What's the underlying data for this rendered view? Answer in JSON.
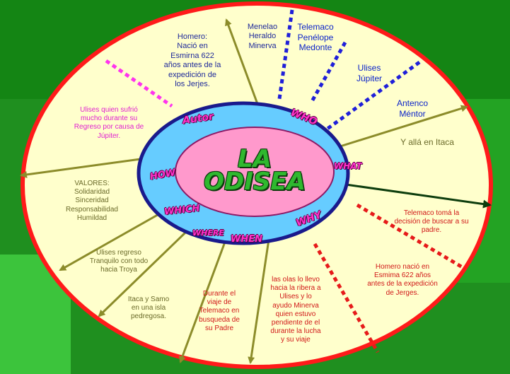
{
  "diagram": {
    "title_line1": "LA",
    "title_line2": "ODISEA",
    "labels": {
      "autor": "Autor",
      "who": "WHO",
      "what": "WHAT",
      "how": "HOW",
      "which": "WHICH",
      "where": "WHERE",
      "when": "WHEN",
      "why": "WHY"
    },
    "notes": {
      "homero": "Homero:\nNació en\nEsmirna 622\naños antes de la\nexpedición de\nlos Jerjes.",
      "menelao": "Menelao\nHeraldo\nMinerva",
      "telemaco_top": "Telemaco\nPenélope\nMedonte",
      "ulises_jupiter": "Ulises\nJúpiter",
      "antenco": "Antenco\nMéntor",
      "itaca": "Y allá en Itaca",
      "ulises_sufrio": "Ulises quien sufrió\nmucho durante  su\nRegreso por causa de\nJúpiter.",
      "valores": "VALORES:\nSolidaridad\nSinceridad\nResponsabilidad\nHumildad",
      "ulises_regreso": "Ulises regreso\nTranquilo con todo\nhacia Troya",
      "itaca_samo": "Itaca y Samo\nen una isla\npedregosa.",
      "durante_viaje": "Durante el\nviaje de\nTelemaco en\nbusqueda de\nsu Padre",
      "olas": "las olas lo llevo\nhacia la ribera  a\nUlises y lo\nayudo Minerva\nquien estuvo\npendiente de el\ndurante la lucha\ny su viaje",
      "telemaco_decision": "Telemaco tomá la\ndecisión de buscar a su\npadre.",
      "homero_nacio": "Homero nació en\nEsmima  622 años\nantes de la expedición\nde Jerges."
    },
    "colors": {
      "background_green": "#1f8f1f",
      "outer_fill": "#ffffcc",
      "outer_border": "#ff1a1a",
      "middle_fill": "#66ccff",
      "middle_border": "#1a1a8c",
      "center_fill": "#ff99cc",
      "center_border": "#8c1a66",
      "arrow_olive": "#8c8c2a",
      "dotted_blue": "#1f1fd9",
      "dotted_magenta": "#ff33ee",
      "dotted_red": "#e61a1a"
    }
  }
}
